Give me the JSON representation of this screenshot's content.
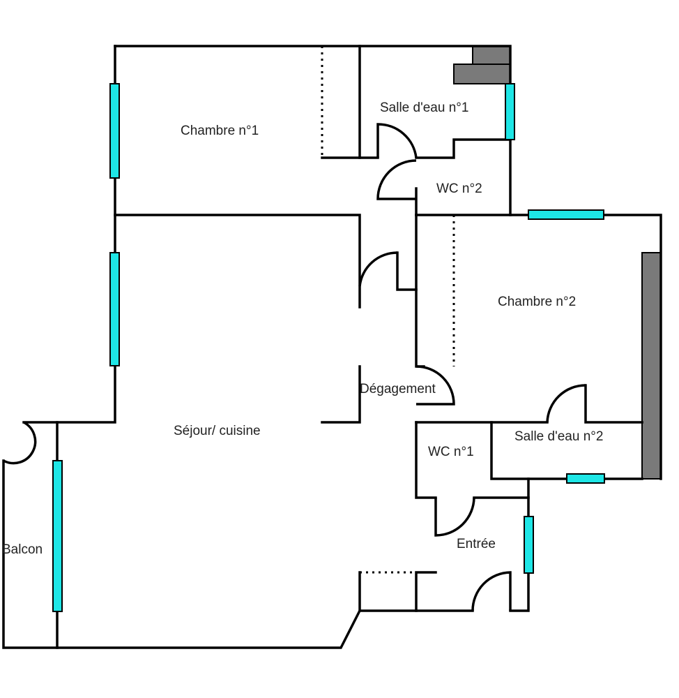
{
  "rooms": {
    "chambre1": "Chambre n°1",
    "salle_eau1": "Salle d'eau n°1",
    "wc2": "WC n°2",
    "chambre2": "Chambre n°2",
    "degagement": "Dégagement",
    "sejour": "Séjour/ cuisine",
    "wc1": "WC n°1",
    "salle_eau2": "Salle d'eau n°2",
    "entree": "Entrée",
    "balcon": "Balcon"
  },
  "colors": {
    "wall": "#000000",
    "window": "#1ee6e6",
    "fixture": "#7a7a7a",
    "background": "#ffffff"
  },
  "legend_icons": {
    "window": "window-icon",
    "door": "door-swing-icon",
    "fixture": "storage-fixture-icon"
  }
}
